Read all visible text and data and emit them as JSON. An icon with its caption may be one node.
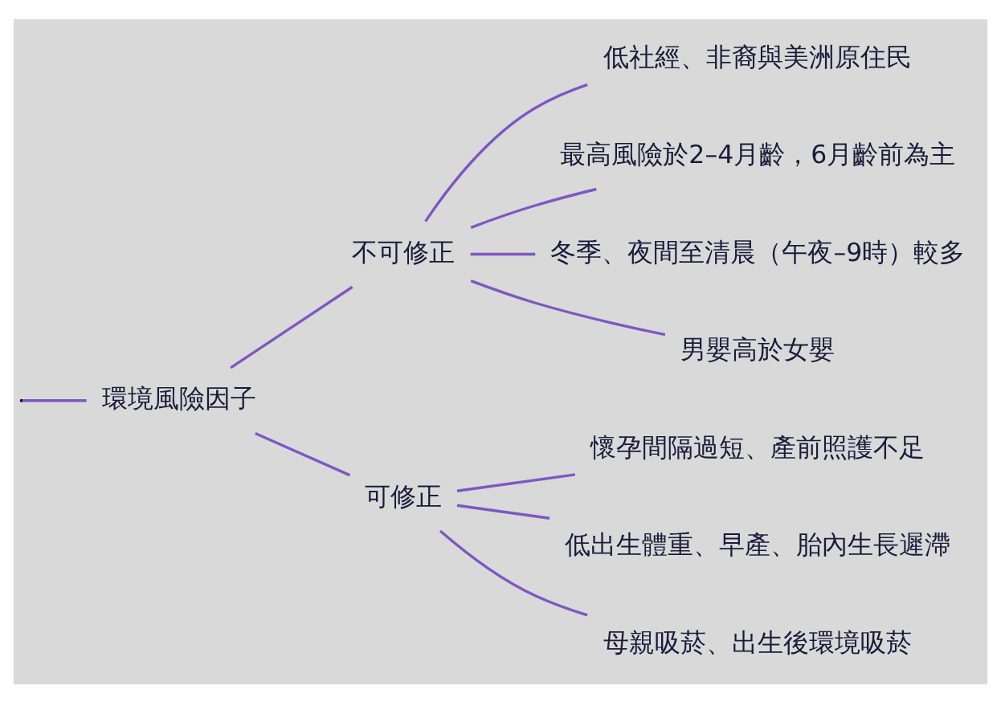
{
  "diagram": {
    "nodes": [
      {
        "text": [
          "環境風險因子"
        ]
      },
      {
        "text": [
          "不可修正"
        ]
      },
      {
        "text": [
          "低社經、非裔與美洲原住民"
        ]
      },
      {
        "text": [
          "最高風險於2–4月齡，6月齡前為主"
        ]
      },
      {
        "text": [
          "冬季、夜間至清晨（午夜–9時）較多"
        ]
      },
      {
        "text": [
          "男嬰高於女嬰"
        ]
      },
      {
        "text": [
          "可修正"
        ]
      },
      {
        "text": [
          "懷孕間隔過短、產前照護不足"
        ]
      },
      {
        "text": [
          "低出生體重、早產、胎內生長遲滯"
        ]
      },
      {
        "text": [
          "母親吸菸、出生後環境吸菸"
        ]
      }
    ],
    "edges": [
      {
        "from": null,
        "to": 0,
        "arrow": "none"
      },
      {
        "from": 0,
        "to": 1,
        "arrow": "none"
      },
      {
        "from": 0,
        "to": 6,
        "arrow": "none"
      },
      {
        "from": 1,
        "to": 2,
        "arrow": "none"
      },
      {
        "from": 1,
        "to": 3,
        "arrow": "none"
      },
      {
        "from": 1,
        "to": 4,
        "arrow": "none"
      },
      {
        "from": 1,
        "to": 5,
        "arrow": "none"
      },
      {
        "from": 6,
        "to": 7,
        "arrow": "none"
      },
      {
        "from": 6,
        "to": 8,
        "arrow": "none"
      },
      {
        "from": 6,
        "to": 9,
        "arrow": "none"
      }
    ]
  }
}
